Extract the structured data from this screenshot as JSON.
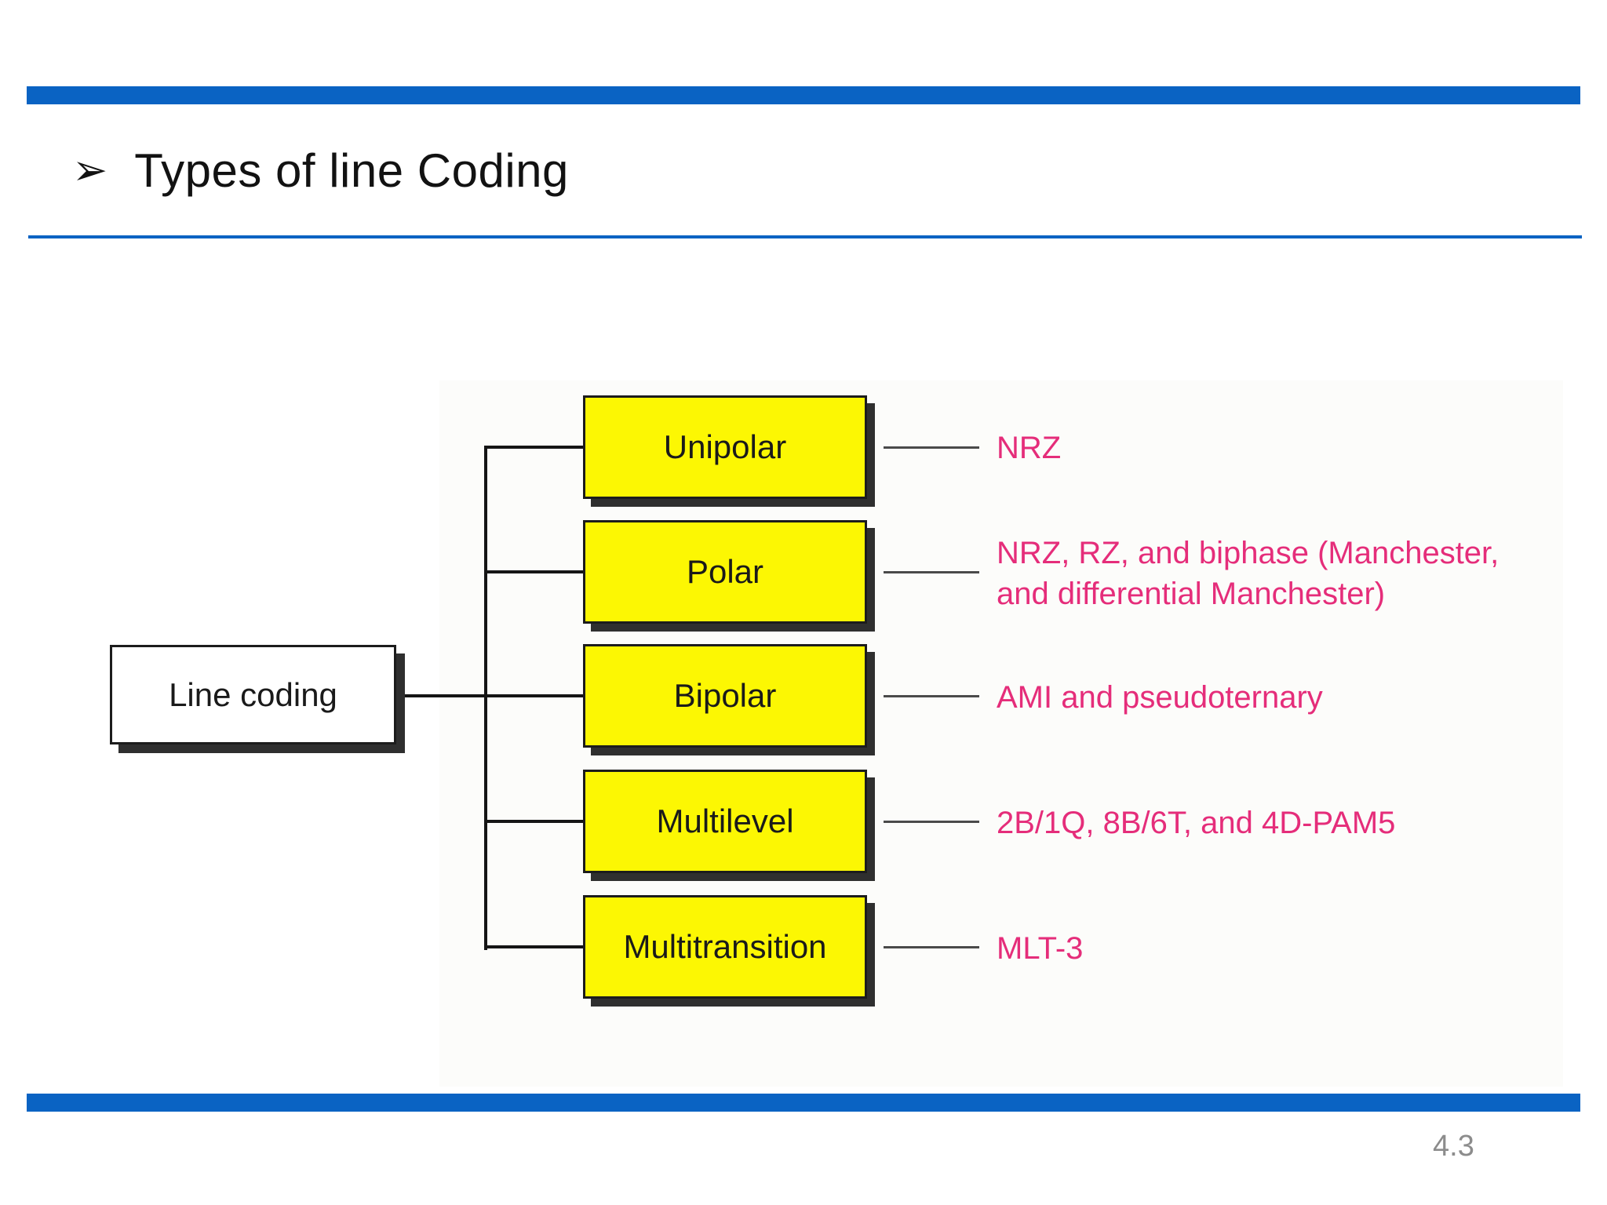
{
  "header": {
    "bullet": "➢",
    "title": "Types of line Coding"
  },
  "footer": {
    "page_number": "4.3"
  },
  "colors": {
    "accent_blue": "#0a63c3",
    "box_yellow": "#fcf703",
    "code_pink": "#e52d7a",
    "box_shadow": "#2f2f2f",
    "page_number_gray": "#8c8c8c"
  },
  "diagram": {
    "root_label": "Line coding",
    "branches": [
      {
        "type": "Unipolar",
        "codes": "NRZ"
      },
      {
        "type": "Polar",
        "codes": "NRZ, RZ, and biphase (Manchester, and differential Manchester)"
      },
      {
        "type": "Bipolar",
        "codes": "AMI and pseudoternary"
      },
      {
        "type": "Multilevel",
        "codes": "2B/1Q,  8B/6T, and 4D-PAM5"
      },
      {
        "type": "Multitransition",
        "codes": "MLT-3"
      }
    ]
  }
}
